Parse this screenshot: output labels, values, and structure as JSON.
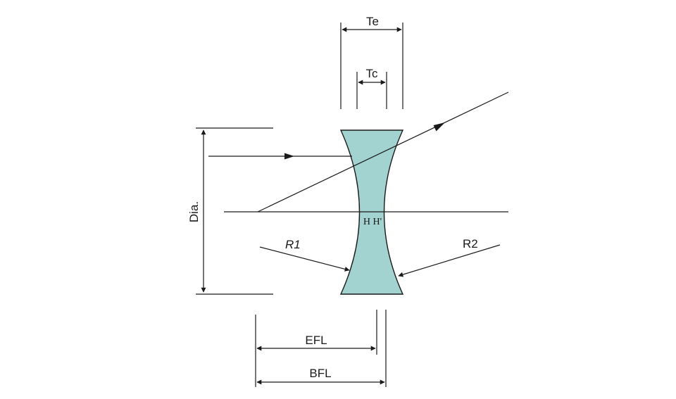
{
  "labels": {
    "te": "Te",
    "tc": "Tc",
    "dia": "Dia.",
    "principal_planes": "H H'",
    "r1": "R1",
    "r2": "R2",
    "efl": "EFL",
    "bfl": "BFL"
  },
  "colors": {
    "lens_fill": "#a3d3d1",
    "line": "#1a1a1a",
    "background": "#ffffff"
  }
}
